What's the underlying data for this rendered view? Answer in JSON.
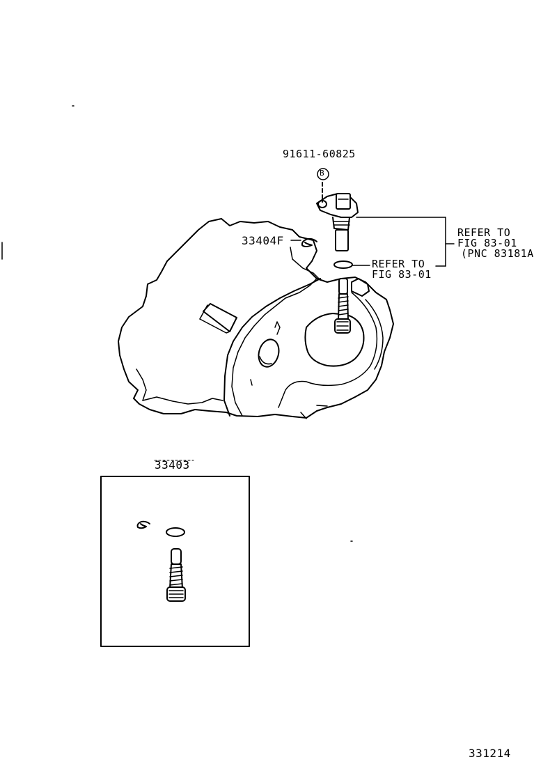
{
  "labels": {
    "sensor_part": "91611-60825",
    "callout_b": "B",
    "oring_part": "33404F",
    "refer_top_1": "REFER TO",
    "refer_top_2": "FIG 83-01",
    "refer_top_3": "(PNC 83181A",
    "refer_mid_1": "REFER TO",
    "refer_mid_2": "FIG 83-01",
    "kit_part": "33403",
    "figure_id": "331214"
  }
}
